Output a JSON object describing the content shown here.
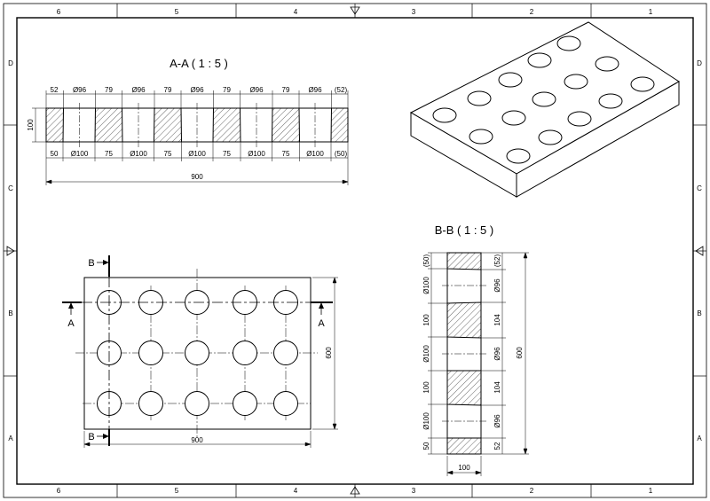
{
  "zones": {
    "columns": [
      "6",
      "5",
      "4",
      "3",
      "2",
      "1"
    ],
    "rows": [
      "D",
      "C",
      "B",
      "A"
    ]
  },
  "section_aa": {
    "title": "A-A ( 1 : 5 )",
    "top_dims": [
      "52",
      "Ø96",
      "79",
      "Ø96",
      "79",
      "Ø96",
      "79",
      "Ø96",
      "79",
      "Ø96",
      "(52)"
    ],
    "bottom_dims": [
      "50",
      "Ø100",
      "75",
      "Ø100",
      "75",
      "Ø100",
      "75",
      "Ø100",
      "75",
      "Ø100",
      "(50)"
    ],
    "height": "100",
    "overall": "900"
  },
  "section_bb": {
    "title": "B-B ( 1 : 5 )",
    "left_dims": [
      "(50)",
      "Ø100",
      "100",
      "Ø100",
      "100",
      "Ø100",
      "50"
    ],
    "right_dims": [
      "(52)",
      "Ø96",
      "104",
      "Ø96",
      "104",
      "Ø96",
      "52"
    ],
    "overall": "600",
    "width": "100"
  },
  "plan_view": {
    "label_a_left": "A",
    "label_a_right": "A",
    "label_b_top": "B",
    "label_b_bottom": "B",
    "width": "900",
    "height": "600"
  }
}
